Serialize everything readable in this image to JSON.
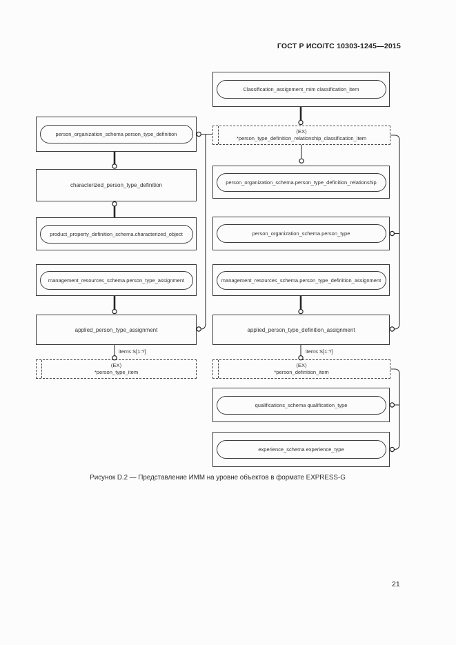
{
  "page": {
    "header": "ГОСТ Р ИСО/ТС 10303-1245—2015",
    "number": "21",
    "caption": "Рисунок D.2 — Представление ИММ на уровне объектов в формате EXPRESS-G"
  },
  "diagram": {
    "notation": "EXPRESS-G",
    "colors": {
      "line": "#2f2f2f",
      "text": "#333333",
      "page_bg": "#fcfcfc"
    },
    "boxes": {
      "classification_item": {
        "label": "Classification_assignment_mim classification_item"
      },
      "ex_ptd_rel_classification_item": {
        "tag": "(EX)",
        "label": "*person_type_definition_relationship_classification_item"
      },
      "person_type_definition": {
        "label": "person_organization_schema person_type_definition"
      },
      "characterized_person_type_definition": {
        "label": "characterized_person_type_definition"
      },
      "characterized_object": {
        "label": "product_property_definition_schema.characterized_object"
      },
      "person_type_assignment": {
        "label": "management_resources_schema.person_type_assignment"
      },
      "applied_person_type_assignment": {
        "label": "applied_person_type_assignment"
      },
      "ex_person_type_item": {
        "tag": "(EX)",
        "label": "*person_type_item"
      },
      "ptd_relationship": {
        "label": "person_organization_schema.person_type_definition_relationship"
      },
      "person_type": {
        "label": "person_organization_schema.person_type"
      },
      "ptd_assignment": {
        "label": "management_resources_schema.person_type_definition_assignment"
      },
      "applied_ptd_assignment": {
        "label": "applied_person_type_definition_assignment"
      },
      "ex_person_definition_item": {
        "tag": "(EX)",
        "label": "*person_definition_item"
      },
      "qualification_type": {
        "label": "qualifications_schema qualification_type"
      },
      "experience_type": {
        "label": "experience_schema experience_type"
      }
    },
    "edge_labels": {
      "items_left": "items S[1:?]",
      "items_right": "items S[1:?]"
    }
  }
}
